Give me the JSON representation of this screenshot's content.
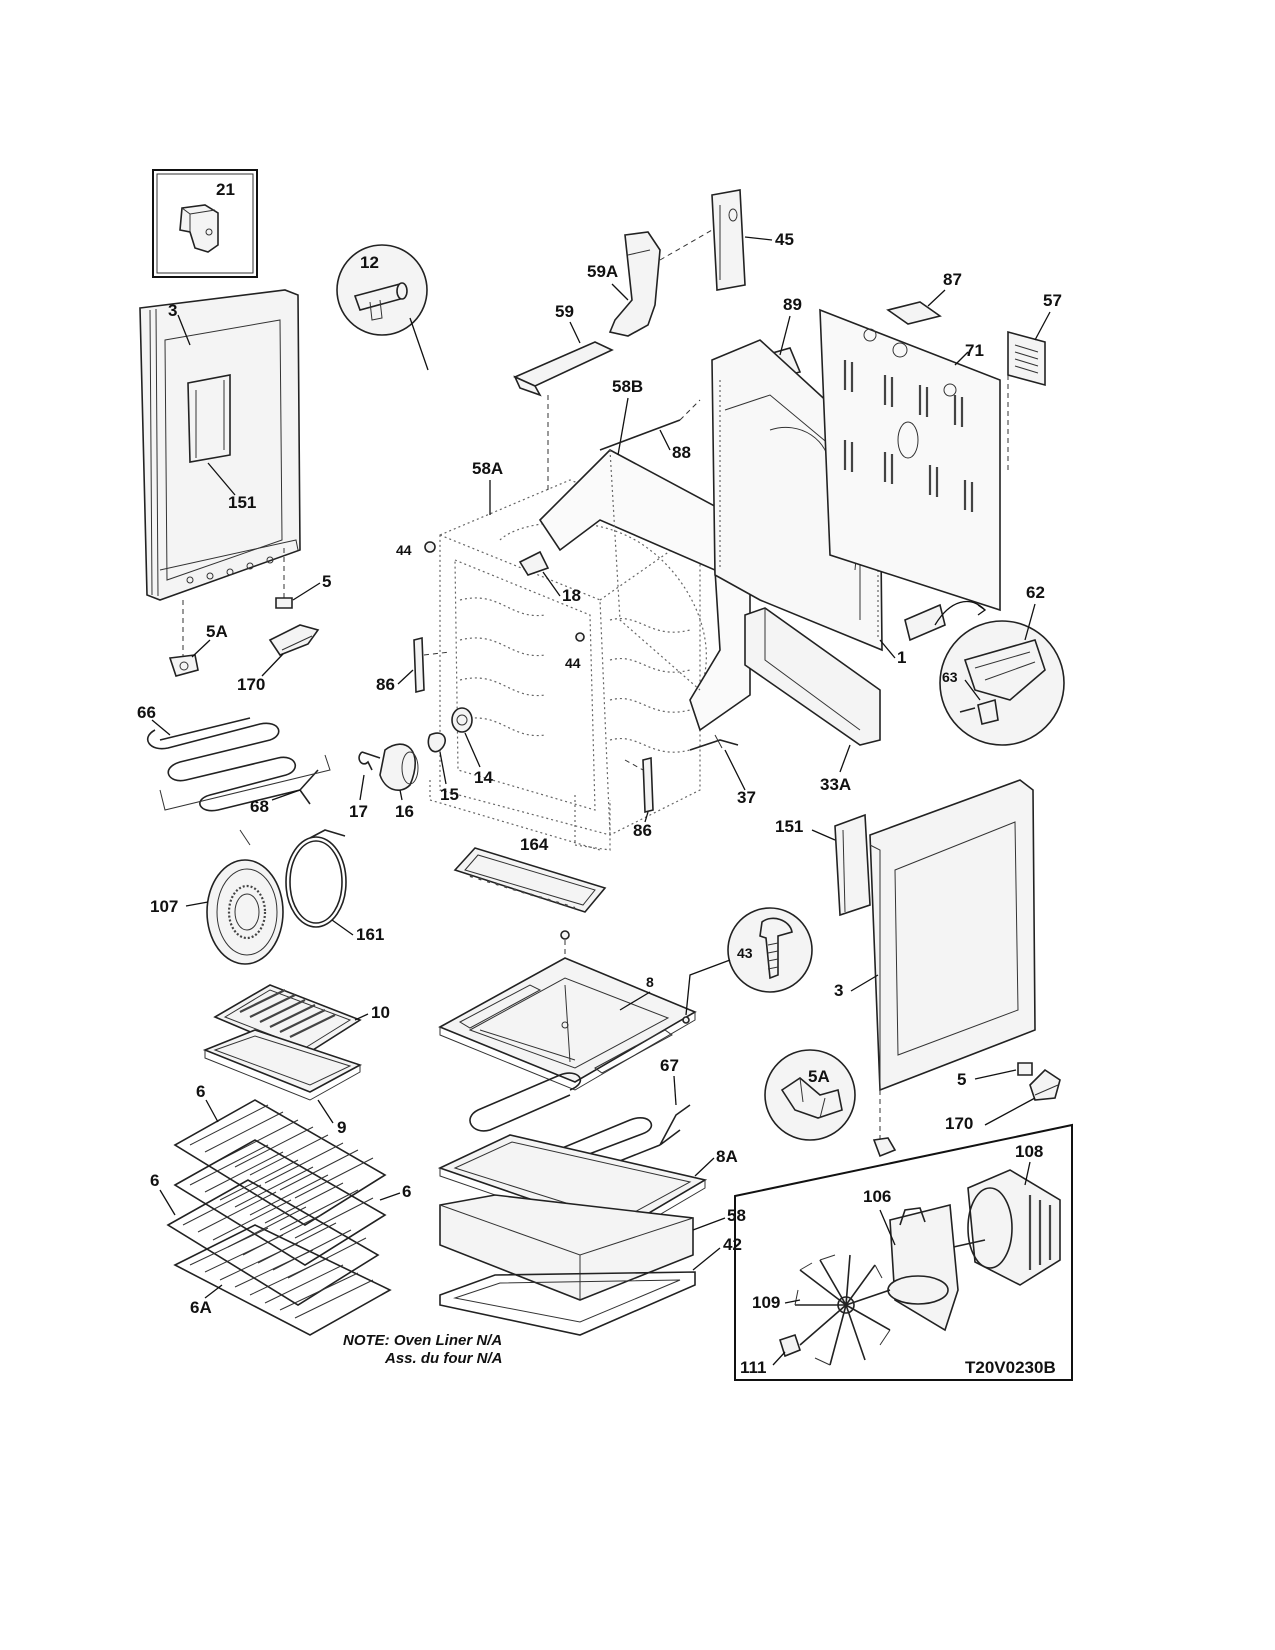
{
  "labels": {
    "l21": "21",
    "l3a": "3",
    "l151a": "151",
    "l5a": "5",
    "l5Aa": "5A",
    "l170a": "170",
    "l66": "66",
    "l68": "68",
    "l107": "107",
    "l161": "161",
    "l10": "10",
    "l9": "9",
    "l6a": "6",
    "l6b": "6",
    "l6c": "6",
    "l6A": "6A",
    "l12": "12",
    "l44a": "44",
    "l44b": "44",
    "l58A": "58A",
    "l18": "18",
    "l86a": "86",
    "l86b": "86",
    "l14": "14",
    "l15": "15",
    "l16": "16",
    "l17": "17",
    "l164": "164",
    "l8": "8",
    "l43": "43",
    "l67": "67",
    "l8A": "8A",
    "l58": "58",
    "l42": "42",
    "l59": "59",
    "l59A": "59A",
    "l45": "45",
    "l58B": "58B",
    "l88": "88",
    "l89": "89",
    "l87": "87",
    "l71": "71",
    "l57": "57",
    "l1": "1",
    "l62": "62",
    "l63": "63",
    "l33A": "33A",
    "l37": "37",
    "l151b": "151",
    "l3b": "3",
    "l5b": "5",
    "l5Ab": "5A",
    "l170b": "170",
    "l108": "108",
    "l106": "106",
    "l109": "109",
    "l111": "111"
  },
  "note": {
    "line1": "NOTE: Oven Liner N/A",
    "line2": "Ass. du four N/A"
  },
  "diagram_code": "T20V0230B"
}
